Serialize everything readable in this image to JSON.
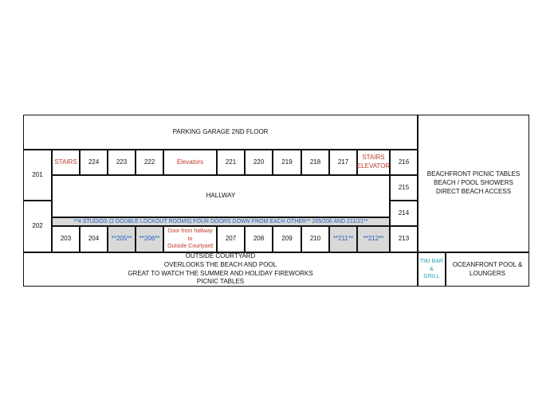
{
  "garage": "PARKING GARAGE 2ND FLOOR",
  "beach": "BEACHFRONT PICNIC TABLES\nBEACH / POOL SHOWERS\nDIRECT BEACH ACCESS",
  "top_row": [
    "STAIRS",
    "224",
    "223",
    "222",
    "Elevators",
    "221",
    "220",
    "219",
    "218",
    "217",
    "STAIRS\nELEVATOR",
    "216"
  ],
  "left": [
    "201",
    "202"
  ],
  "hallway": "HALLWAY",
  "right_mid": [
    "215",
    "214"
  ],
  "studios_note": "**4 STUDIOS (2 DOUBLE LOCKOUT ROOMS) FOUR DOORS DOWN FROM EACH OTHER** 205/206 AND 211/21**",
  "bottom_row": [
    "203",
    "204",
    "**205**",
    "**206**",
    "Door from hallway to\nOutside Courtyard",
    "207",
    "208",
    "209",
    "210",
    "**211**",
    "**212**",
    "213"
  ],
  "courtyard": "OUTSIDE COURTYARD\nOVERLOOKS THE BEACH AND POOL\nGREAT TO WATCH THE SUMMER AND HOLIDAY FIREWORKS\nPICNIC TABLES",
  "tiki": "TIKI BAR &\nGRILL",
  "oceanfront": "OCEANFRONT POOL &\nLOUNGERS"
}
